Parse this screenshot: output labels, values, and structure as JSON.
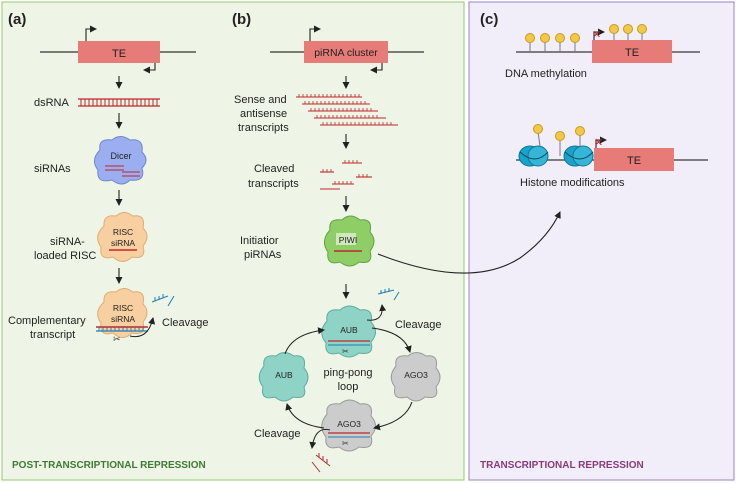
{
  "panels": {
    "a": {
      "letter": "(a)",
      "te_label": "TE",
      "dsrna": "dsRNA",
      "sirnas": "siRNAs",
      "dicer": "Dicer",
      "sirna_loaded_1": "siRNA-",
      "sirna_loaded_2": "loaded RISC",
      "risc": "RISC",
      "sirna": "siRNA",
      "complementary_1": "Complementary",
      "complementary_2": "transcript",
      "cleavage": "Cleavage",
      "footer": "POST-TRANSCRIPTIONAL REPRESSION"
    },
    "b": {
      "letter": "(b)",
      "cluster_label": "piRNA cluster",
      "sense_1": "Sense and",
      "sense_2": "antisense",
      "sense_3": "transcripts",
      "cleaved_1": "Cleaved",
      "cleaved_2": "transcripts",
      "initiator_1": "Initiatior",
      "initiator_2": "piRNAs",
      "piwi": "PIWI",
      "aub": "AUB",
      "ago3": "AGO3",
      "cleavage": "Cleavage",
      "pingpong_1": "ping-pong",
      "pingpong_2": "loop"
    },
    "c": {
      "letter": "(c)",
      "te_label": "TE",
      "dna_methylation": "DNA methylation",
      "histone_mods": "Histone modifications",
      "footer": "TRANSCRIPTIONAL REPRESSION"
    }
  },
  "colors": {
    "panel_green_bg": "#eef5e6",
    "panel_green_border": "#a9cf8a",
    "panel_purple_bg": "#f2eef9",
    "panel_purple_border": "#a894cf",
    "te_box": "#e77b78",
    "rna": "#c0272d",
    "dicer": "#9aaef0",
    "risc": "#f7cfa0",
    "piwi": "#8fcd66",
    "aub": "#8fd2c6",
    "ago3": "#cccccc",
    "methyl": "#f3c847",
    "nucleosome": "#1aa3c9",
    "footer_green": "#3f7a34",
    "footer_purple": "#8a3a7c"
  }
}
